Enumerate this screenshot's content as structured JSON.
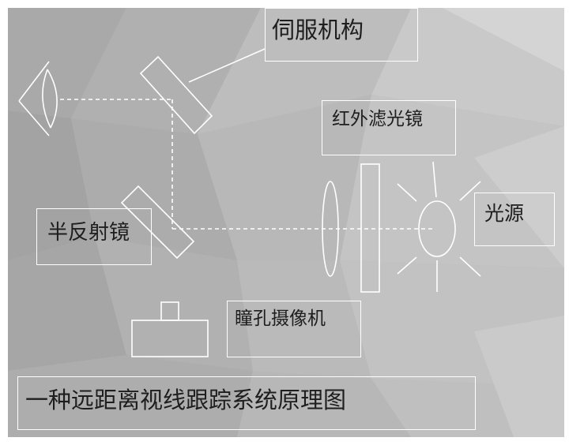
{
  "diagram": {
    "caption": "一种远距离视线跟踪系统原理图",
    "labels": {
      "servo": "伺服机构",
      "ir_filter": "红外滤光镜",
      "light_source": "光源",
      "half_mirror": "半反射镜",
      "pupil_camera": "瞳孔摄像机"
    }
  },
  "colors": {
    "background_dark": "#a3a3a3",
    "background_light": "#d4d4d4",
    "line": "#ffffff",
    "text": "#1e1e1e"
  }
}
